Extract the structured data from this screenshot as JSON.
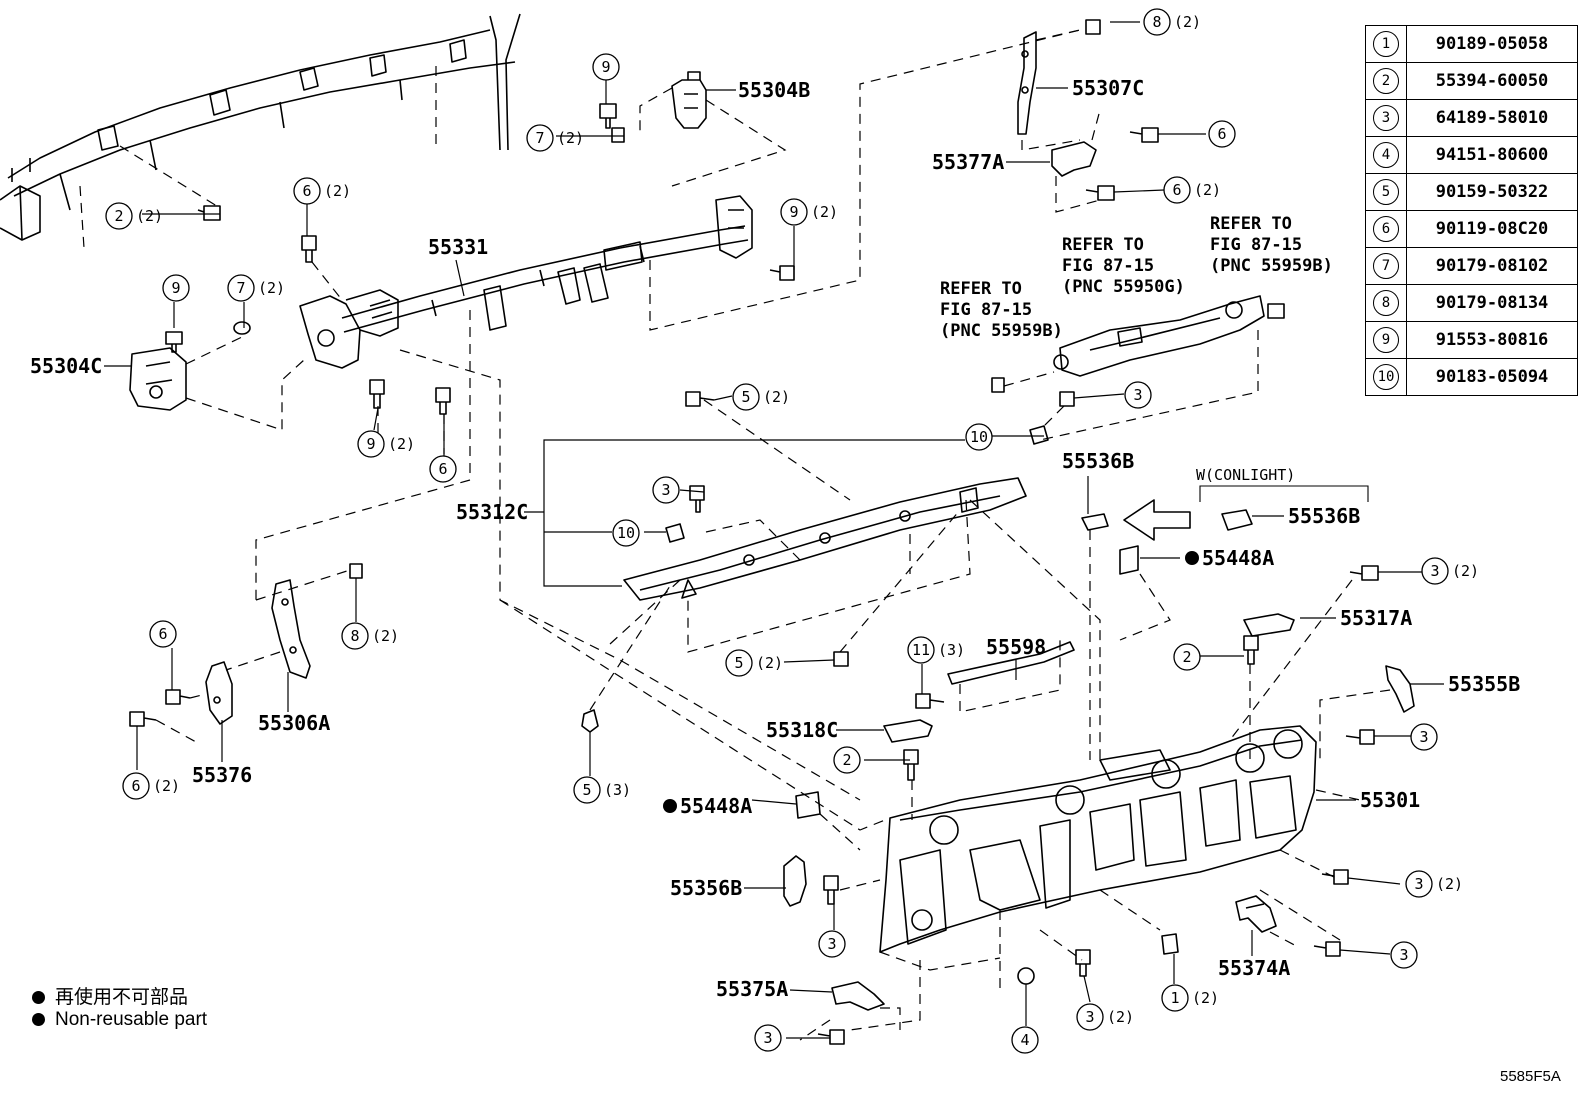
{
  "part_labels": {
    "p55304B": "55304B",
    "p55307C": "55307C",
    "p55377A": "55377A",
    "p55331": "55331",
    "p55304C": "55304C",
    "p55312C": "55312C",
    "p55306A": "55306A",
    "p55376": "55376",
    "p55536B_top": "55536B",
    "p55536B_side": "55536B",
    "p55448A_right": "55448A",
    "p55448A_left": "55448A",
    "p55598": "55598",
    "p55317A": "55317A",
    "p55355B": "55355B",
    "p55318C": "55318C",
    "p55301": "55301",
    "p55356B": "55356B",
    "p55374A": "55374A",
    "p55375A": "55375A"
  },
  "refer_notes": {
    "left": [
      "REFER TO",
      "FIG 87-15",
      "(PNC 55959B)"
    ],
    "middle": [
      "REFER TO",
      "FIG 87-15",
      "(PNC 55950G)"
    ],
    "right": [
      "REFER TO",
      "FIG 87-15",
      "(PNC 55959B)"
    ]
  },
  "conlight_label": "W(CONLIGHT)",
  "callouts": {
    "c1": {
      "num": "8",
      "qty": "(2)"
    },
    "c2": {
      "num": "9",
      "qty": ""
    },
    "c3": {
      "num": "7",
      "qty": "(2)"
    },
    "c4": {
      "num": "6",
      "qty": ""
    },
    "c5": {
      "num": "6",
      "qty": "(2)"
    },
    "c6": {
      "num": "2",
      "qty": "(2)"
    },
    "c7": {
      "num": "6",
      "qty": "(2)"
    },
    "c8": {
      "num": "9",
      "qty": "(2)"
    },
    "c9": {
      "num": "9",
      "qty": ""
    },
    "c10": {
      "num": "7",
      "qty": "(2)"
    },
    "c11": {
      "num": "9",
      "qty": "(2)"
    },
    "c12": {
      "num": "6",
      "qty": ""
    },
    "c13": {
      "num": "5",
      "qty": "(2)"
    },
    "c14": {
      "num": "3",
      "qty": ""
    },
    "c15": {
      "num": "10",
      "qty": ""
    },
    "c16": {
      "num": "3",
      "qty": ""
    },
    "c17": {
      "num": "10",
      "qty": ""
    },
    "c18": {
      "num": "8",
      "qty": "(2)"
    },
    "c19": {
      "num": "6",
      "qty": ""
    },
    "c20": {
      "num": "6",
      "qty": "(2)"
    },
    "c21": {
      "num": "5",
      "qty": "(2)"
    },
    "c22": {
      "num": "11",
      "qty": "(3)"
    },
    "c23": {
      "num": "2",
      "qty": ""
    },
    "c24": {
      "num": "5",
      "qty": "(3)"
    },
    "c25": {
      "num": "3",
      "qty": "(2)"
    },
    "c26": {
      "num": "2",
      "qty": ""
    },
    "c27": {
      "num": "3",
      "qty": ""
    },
    "c28": {
      "num": "3",
      "qty": "(2)"
    },
    "c29": {
      "num": "3",
      "qty": ""
    },
    "c30": {
      "num": "3",
      "qty": ""
    },
    "c31": {
      "num": "1",
      "qty": "(2)"
    },
    "c32": {
      "num": "3",
      "qty": "(2)"
    },
    "c33": {
      "num": "4",
      "qty": ""
    },
    "c34": {
      "num": "3",
      "qty": ""
    }
  },
  "ref_table": [
    {
      "idx": "1",
      "part": "90189-05058"
    },
    {
      "idx": "2",
      "part": "55394-60050"
    },
    {
      "idx": "3",
      "part": "64189-58010"
    },
    {
      "idx": "4",
      "part": "94151-80600"
    },
    {
      "idx": "5",
      "part": "90159-50322"
    },
    {
      "idx": "6",
      "part": "90119-08C20"
    },
    {
      "idx": "7",
      "part": "90179-08102"
    },
    {
      "idx": "8",
      "part": "90179-08134"
    },
    {
      "idx": "9",
      "part": "91553-80816"
    },
    {
      "idx": "10",
      "part": "90183-05094"
    }
  ],
  "legend": {
    "jp": "再使用不可部品",
    "en": "Non-reusable part"
  },
  "figure_code": "5585F5A"
}
